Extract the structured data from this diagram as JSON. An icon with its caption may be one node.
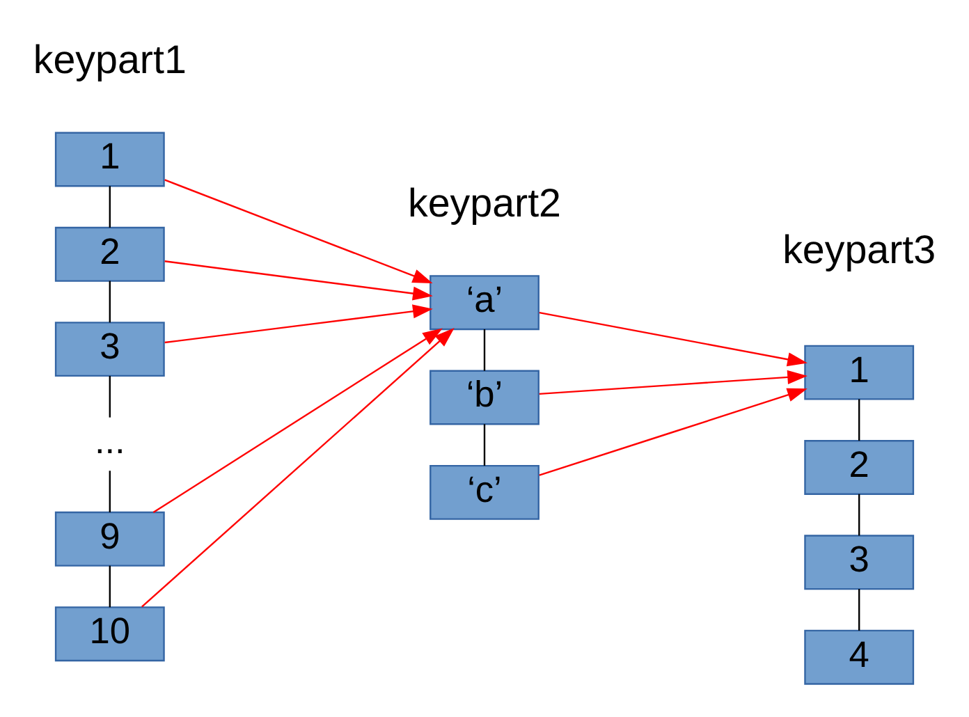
{
  "diagram": {
    "nodes": [
      {
        "text": [
          "1"
        ]
      },
      {
        "text": [
          "2"
        ]
      },
      {
        "text": [
          "3"
        ]
      },
      {
        "text": [
          "..."
        ]
      },
      {
        "text": [
          "9"
        ]
      },
      {
        "text": [
          "10"
        ]
      },
      {
        "text": [
          "‘a’"
        ]
      },
      {
        "text": [
          "‘b’"
        ]
      },
      {
        "text": [
          "‘c’"
        ]
      },
      {
        "text": [
          "1"
        ]
      },
      {
        "text": [
          "2"
        ]
      },
      {
        "text": [
          "3"
        ]
      },
      {
        "text": [
          "4"
        ]
      }
    ],
    "edges": [
      {
        "from": 0,
        "to": 1,
        "arrow": "none"
      },
      {
        "from": 1,
        "to": 2,
        "arrow": "none"
      },
      {
        "from": 2,
        "to": 3,
        "arrow": "none"
      },
      {
        "from": 3,
        "to": 4,
        "arrow": "none"
      },
      {
        "from": 4,
        "to": 5,
        "arrow": "none"
      },
      {
        "from": 6,
        "to": 7,
        "arrow": "none"
      },
      {
        "from": 7,
        "to": 8,
        "arrow": "none"
      },
      {
        "from": 9,
        "to": 10,
        "arrow": "none"
      },
      {
        "from": 10,
        "to": 11,
        "arrow": "none"
      },
      {
        "from": 11,
        "to": 12,
        "arrow": "none"
      },
      {
        "from": 0,
        "to": 6,
        "arrow": "to",
        "color": "#ff0000"
      },
      {
        "from": 1,
        "to": 6,
        "arrow": "to",
        "color": "#ff0000"
      },
      {
        "from": 2,
        "to": 6,
        "arrow": "to",
        "color": "#ff0000"
      },
      {
        "from": 4,
        "to": 6,
        "arrow": "to",
        "color": "#ff0000"
      },
      {
        "from": 5,
        "to": 6,
        "arrow": "to",
        "color": "#ff0000"
      },
      {
        "from": 6,
        "to": 9,
        "arrow": "to",
        "color": "#ff0000"
      },
      {
        "from": 7,
        "to": 9,
        "arrow": "to",
        "color": "#ff0000"
      },
      {
        "from": 8,
        "to": 9,
        "arrow": "to",
        "color": "#ff0000"
      }
    ],
    "labels": [
      "keypart1",
      "keypart2",
      "keypart3"
    ]
  }
}
